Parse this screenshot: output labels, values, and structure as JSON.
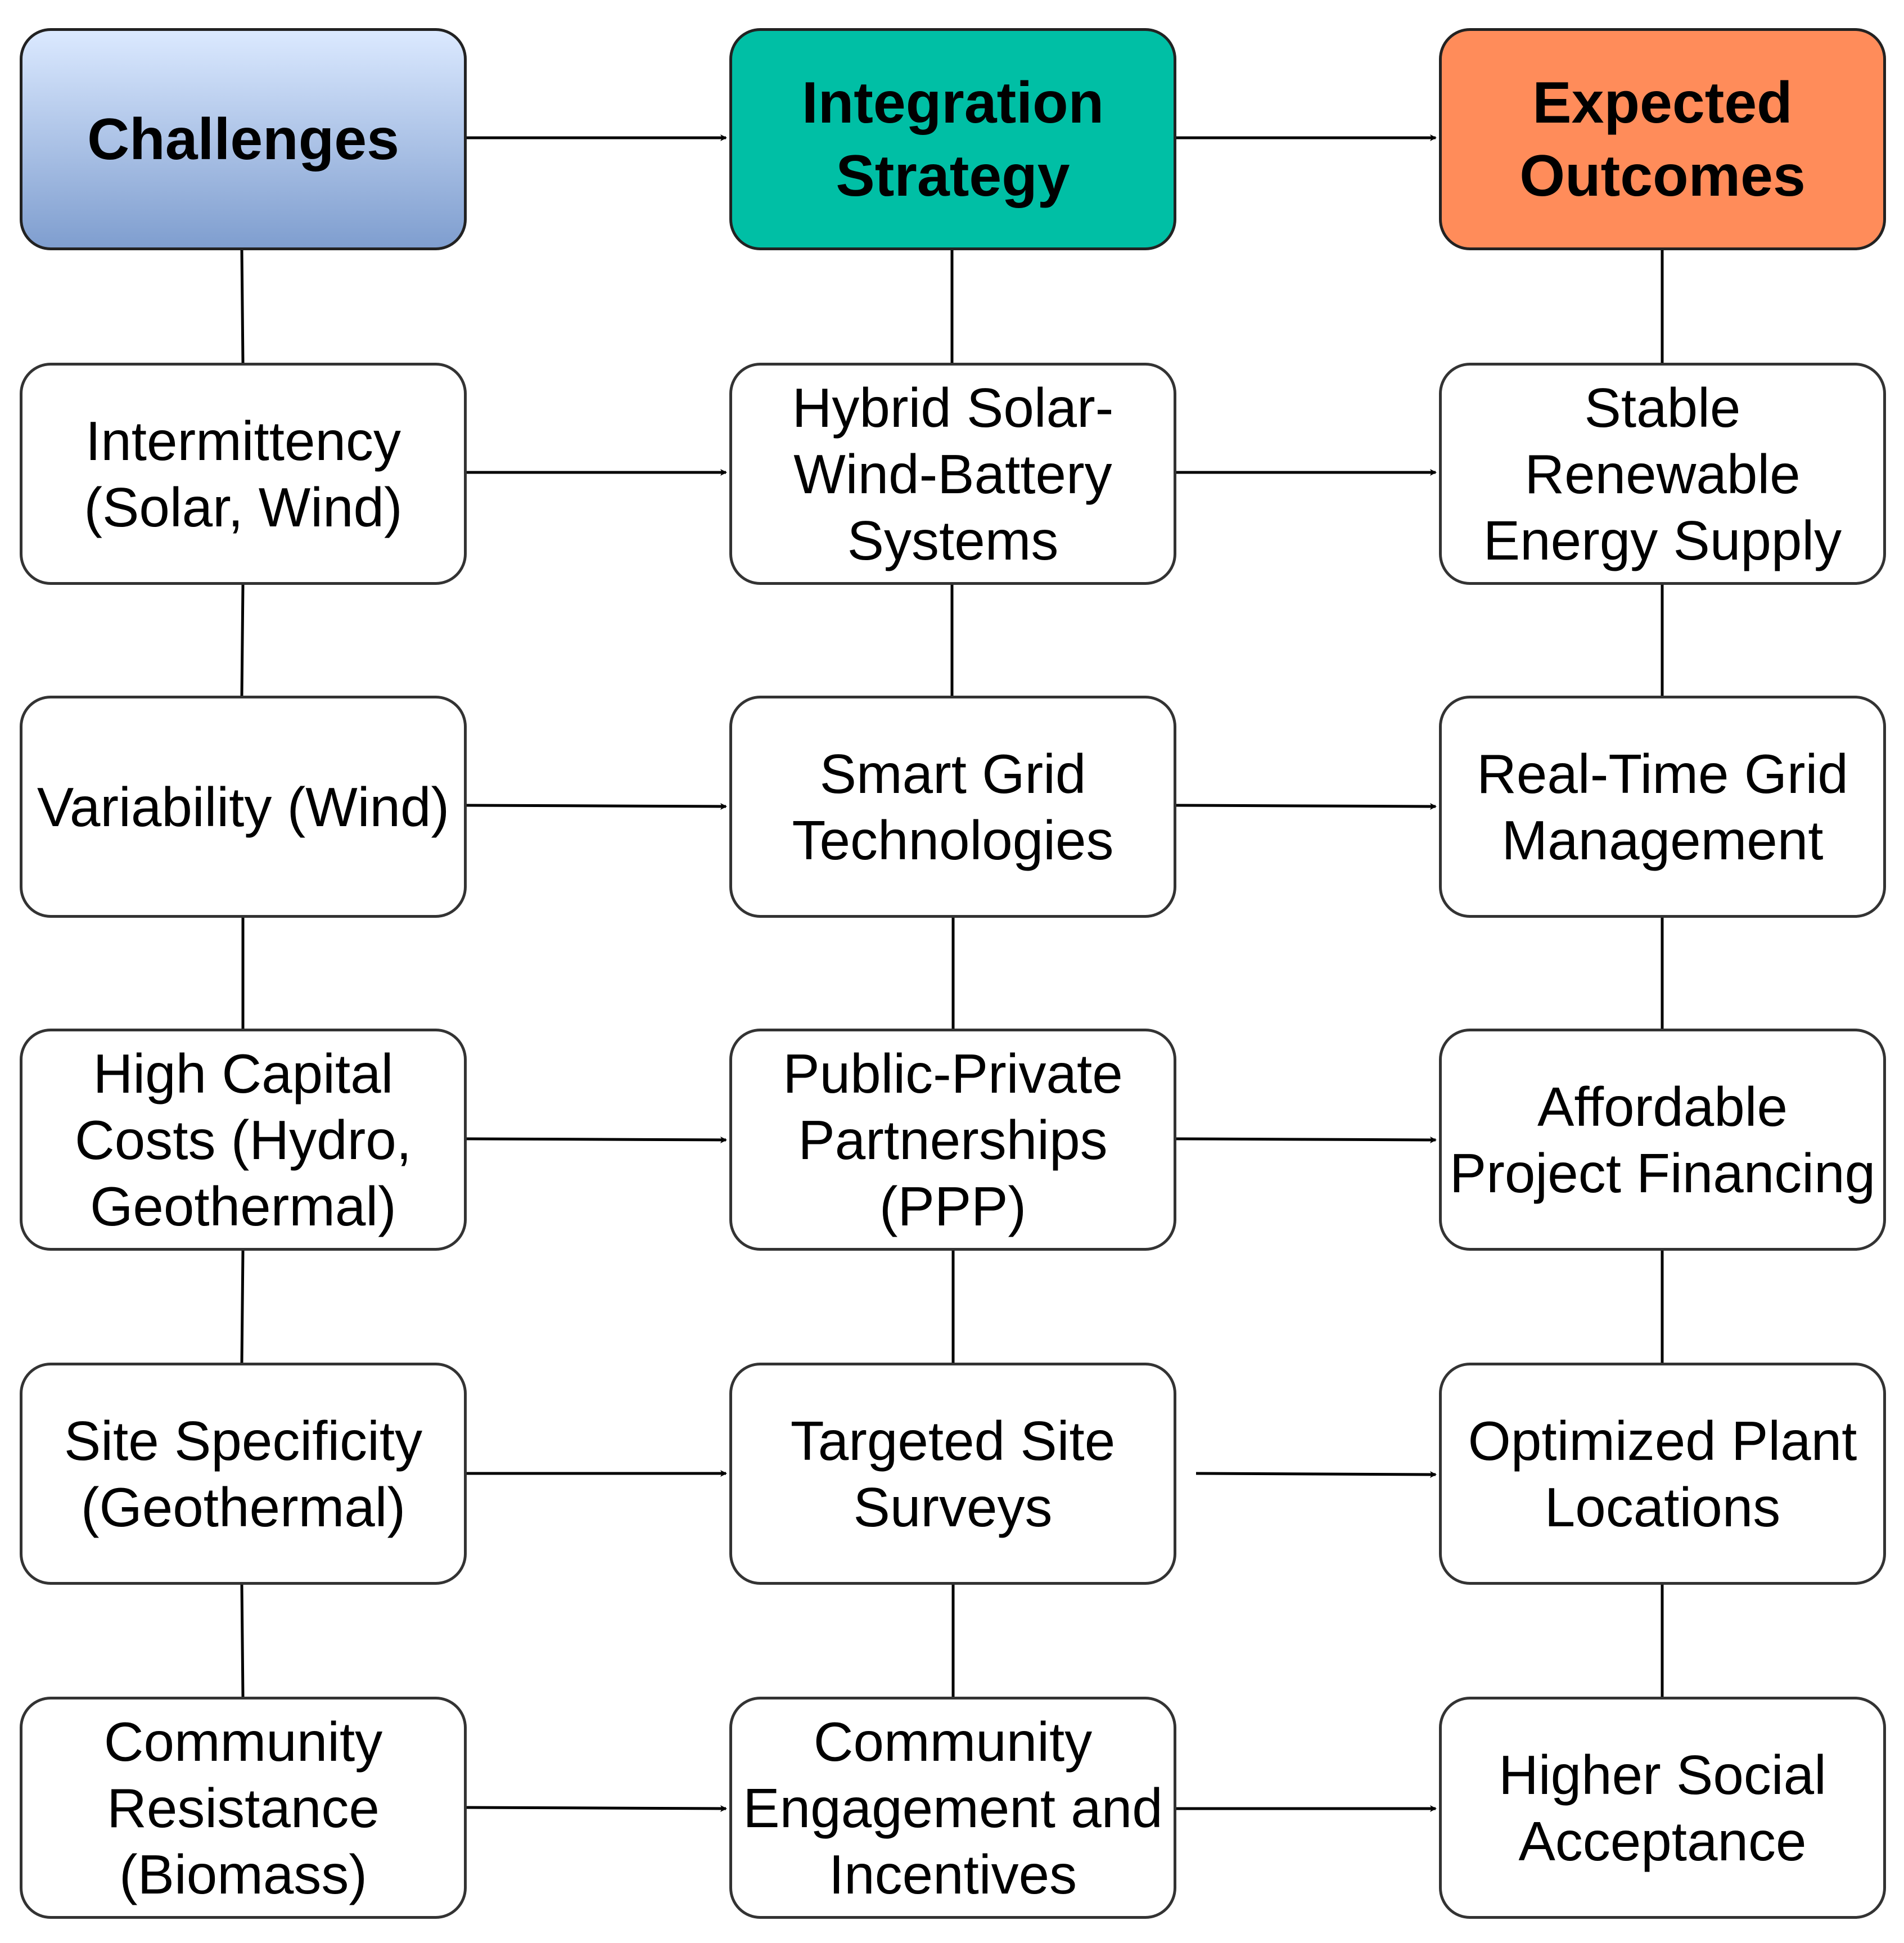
{
  "colors": {
    "challenges_gradient_top": "#dbe9ff",
    "challenges_gradient_bottom": "#7f9ecf",
    "integration_strategy": "#00bfa5",
    "expected_outcomes": "#ff8c5a",
    "stroke": "#333333"
  },
  "headers": {
    "challenges": "Challenges",
    "integration_strategy": "Integration\nStrategy",
    "expected_outcomes": "Expected\nOutcomes"
  },
  "challenges": [
    "Intermittency\n(Solar, Wind)",
    "Variability (Wind)",
    "High Capital\nCosts (Hydro,\nGeothermal)",
    "Site Specificity\n(Geothermal)",
    "Community\nResistance\n(Biomass)"
  ],
  "strategies": [
    "Hybrid Solar-\nWind-Battery\nSystems",
    "Smart Grid\nTechnologies",
    "Public-Private\nPartnerships\n(PPP)",
    "Targeted Site\nSurveys",
    "Community\nEngagement and\nIncentives"
  ],
  "outcomes": [
    "Stable\nRenewable\nEnergy Supply",
    "Real-Time Grid\nManagement",
    "Affordable\nProject Financing",
    "Optimized Plant\nLocations",
    "Higher Social\nAcceptance"
  ]
}
